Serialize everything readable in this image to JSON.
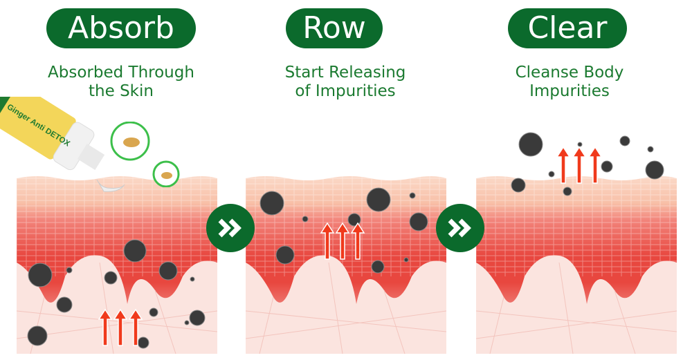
{
  "steps": [
    {
      "title": "Absorb",
      "subtitle_line1": "Absorbed Through",
      "subtitle_line2": "the Skin"
    },
    {
      "title": "Row",
      "subtitle_line1": "Start Releasing",
      "subtitle_line2": "of Impurities"
    },
    {
      "title": "Clear",
      "subtitle_line1": "Cleanse Body",
      "subtitle_line2": "Impurities"
    }
  ],
  "product_label": "Ginger Anti DETOX",
  "icons": {
    "next": "double-chevron-right-icon",
    "impurity": "black-sphere-icon",
    "arrow": "red-up-arrow-icon",
    "ginger": "ginger-bubble-icon"
  },
  "colors": {
    "brand_green": "#0b6a2c",
    "skin_red": "#e8473f",
    "arrow_red": "#f03a1c"
  }
}
